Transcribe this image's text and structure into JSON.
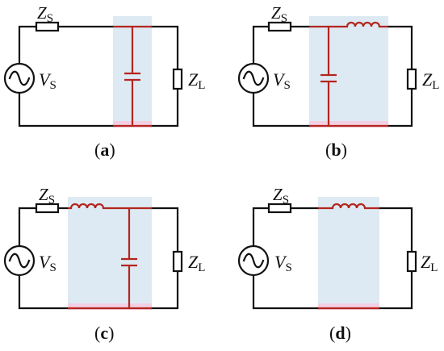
{
  "panels": [
    {
      "id": "a",
      "caption_open": "(",
      "caption_letter": "a",
      "caption_close": ")",
      "zs_main": "Z",
      "zs_sub": "S",
      "vs_main": "V",
      "vs_sub": "S",
      "zl_main": "Z",
      "zl_sub": "L",
      "network": "shunt-capacitor"
    },
    {
      "id": "b",
      "caption_open": "(",
      "caption_letter": "b",
      "caption_close": ")",
      "zs_main": "Z",
      "zs_sub": "S",
      "vs_main": "V",
      "vs_sub": "S",
      "zl_main": "Z",
      "zl_sub": "L",
      "network": "shunt-capacitor-series-inductor"
    },
    {
      "id": "c",
      "caption_open": "(",
      "caption_letter": "c",
      "caption_close": ")",
      "zs_main": "Z",
      "zs_sub": "S",
      "vs_main": "V",
      "vs_sub": "S",
      "zl_main": "Z",
      "zl_sub": "L",
      "network": "series-inductor-shunt-capacitor"
    },
    {
      "id": "d",
      "caption_open": "(",
      "caption_letter": "d",
      "caption_close": ")",
      "zs_main": "Z",
      "zs_sub": "S",
      "vs_main": "V",
      "vs_sub": "S",
      "zl_main": "Z",
      "zl_sub": "L",
      "network": "series-inductor"
    }
  ],
  "colors": {
    "wire": "#111111",
    "matching_network": "#b3261e",
    "shading": "#ddeaf3",
    "edge_highlight": "#f2cfe2"
  }
}
